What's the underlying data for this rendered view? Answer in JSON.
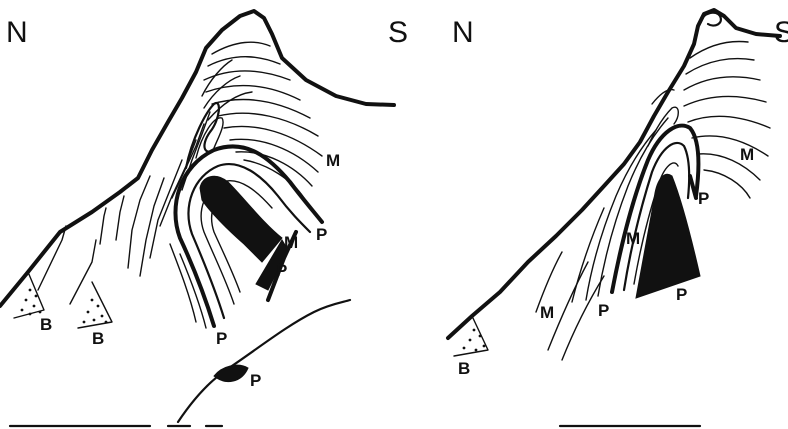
{
  "left_panel": {
    "north": "N",
    "south": "S",
    "labels": {
      "m1": "M",
      "m2": "M",
      "p_top": "P",
      "p_mid": "P",
      "p_low": "P",
      "p_base": "P",
      "b1": "B",
      "b2": "B"
    }
  },
  "right_panel": {
    "north": "N",
    "south": "S",
    "labels": {
      "m1": "M",
      "m2": "M",
      "m3": "M",
      "p1": "P",
      "p2": "P",
      "p3": "P",
      "b1": "B"
    }
  },
  "colors": {
    "ink": "#111111",
    "background": "#ffffff"
  }
}
